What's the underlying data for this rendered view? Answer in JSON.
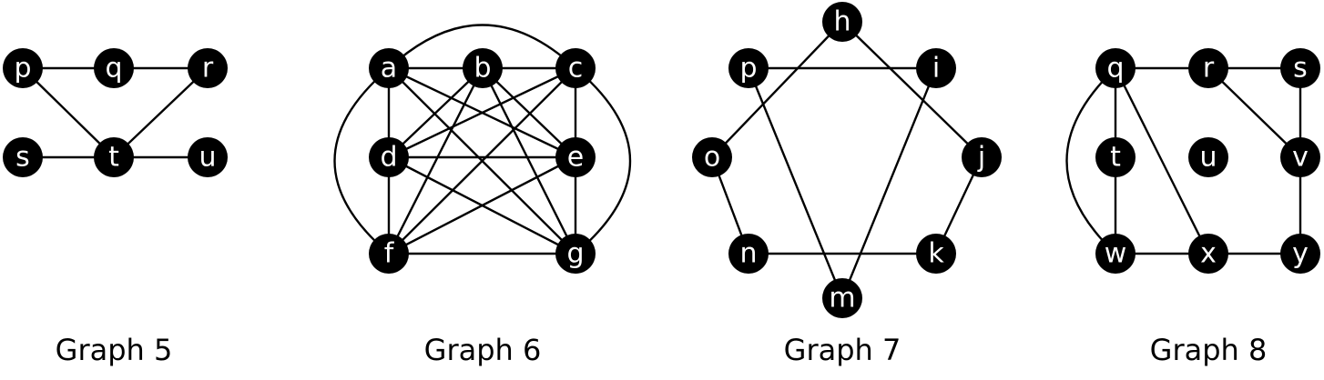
{
  "graphs": [
    {
      "caption": "Graph 5",
      "nodes": [
        {
          "id": "p5",
          "label": "p"
        },
        {
          "id": "q5",
          "label": "q"
        },
        {
          "id": "r5",
          "label": "r"
        },
        {
          "id": "s5",
          "label": "s"
        },
        {
          "id": "t5",
          "label": "t"
        },
        {
          "id": "u5",
          "label": "u"
        }
      ],
      "edges": [
        [
          "p5",
          "q5"
        ],
        [
          "q5",
          "r5"
        ],
        [
          "p5",
          "t5"
        ],
        [
          "r5",
          "t5"
        ],
        [
          "s5",
          "t5"
        ],
        [
          "t5",
          "u5"
        ]
      ]
    },
    {
      "caption": "Graph 6",
      "nodes": [
        {
          "id": "a6",
          "label": "a"
        },
        {
          "id": "b6",
          "label": "b"
        },
        {
          "id": "c6",
          "label": "c"
        },
        {
          "id": "d6",
          "label": "d"
        },
        {
          "id": "e6",
          "label": "e"
        },
        {
          "id": "f6",
          "label": "f"
        },
        {
          "id": "g6",
          "label": "g"
        }
      ],
      "edges": [
        [
          "a6",
          "b6"
        ],
        [
          "b6",
          "c6"
        ],
        [
          "a6",
          "c6"
        ],
        [
          "a6",
          "d6"
        ],
        [
          "d6",
          "f6"
        ],
        [
          "c6",
          "e6"
        ],
        [
          "e6",
          "g6"
        ],
        [
          "f6",
          "g6"
        ],
        [
          "d6",
          "e6"
        ],
        [
          "a6",
          "f6"
        ],
        [
          "c6",
          "g6"
        ],
        [
          "a6",
          "e6"
        ],
        [
          "a6",
          "g6"
        ],
        [
          "b6",
          "d6"
        ],
        [
          "b6",
          "e6"
        ],
        [
          "b6",
          "f6"
        ],
        [
          "b6",
          "g6"
        ],
        [
          "c6",
          "d6"
        ],
        [
          "c6",
          "f6"
        ],
        [
          "d6",
          "g6"
        ],
        [
          "e6",
          "f6"
        ]
      ]
    },
    {
      "caption": "Graph 7",
      "nodes": [
        {
          "id": "h7",
          "label": "h"
        },
        {
          "id": "p7",
          "label": "p"
        },
        {
          "id": "i7",
          "label": "i"
        },
        {
          "id": "o7",
          "label": "o"
        },
        {
          "id": "j7",
          "label": "j"
        },
        {
          "id": "n7",
          "label": "n"
        },
        {
          "id": "k7",
          "label": "k"
        },
        {
          "id": "m7",
          "label": "m"
        }
      ],
      "edges": [
        [
          "h7",
          "o7"
        ],
        [
          "h7",
          "j7"
        ],
        [
          "p7",
          "i7"
        ],
        [
          "p7",
          "m7"
        ],
        [
          "i7",
          "m7"
        ],
        [
          "o7",
          "n7"
        ],
        [
          "n7",
          "k7"
        ],
        [
          "j7",
          "k7"
        ]
      ]
    },
    {
      "caption": "Graph 8",
      "nodes": [
        {
          "id": "q8",
          "label": "q"
        },
        {
          "id": "r8",
          "label": "r"
        },
        {
          "id": "s8",
          "label": "s"
        },
        {
          "id": "t8",
          "label": "t"
        },
        {
          "id": "u8",
          "label": "u"
        },
        {
          "id": "v8",
          "label": "v"
        },
        {
          "id": "w8",
          "label": "w"
        },
        {
          "id": "x8",
          "label": "x"
        },
        {
          "id": "y8",
          "label": "y"
        }
      ],
      "edges": [
        [
          "q8",
          "r8"
        ],
        [
          "r8",
          "s8"
        ],
        [
          "q8",
          "t8"
        ],
        [
          "t8",
          "w8"
        ],
        [
          "q8",
          "x8"
        ],
        [
          "r8",
          "v8"
        ],
        [
          "s8",
          "v8"
        ],
        [
          "v8",
          "y8"
        ],
        [
          "w8",
          "x8"
        ],
        [
          "x8",
          "y8"
        ],
        [
          "q8",
          "w8"
        ]
      ]
    }
  ]
}
